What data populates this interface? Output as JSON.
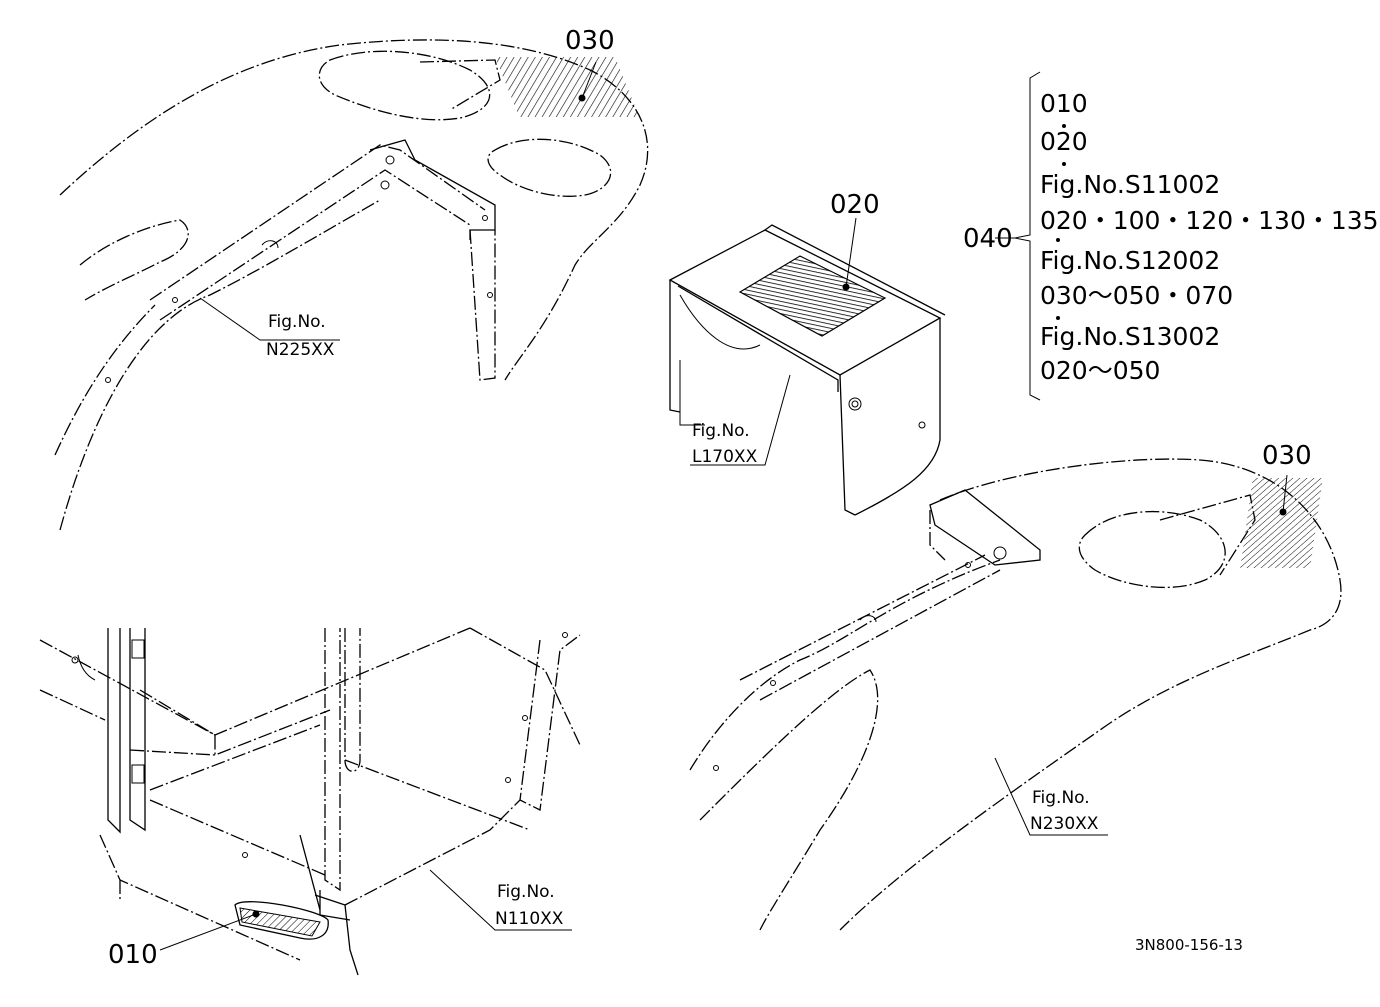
{
  "part_labels": {
    "label_030_top": "030",
    "label_020": "020",
    "label_030_right": "030",
    "label_010": "010"
  },
  "figure_refs": {
    "n225": {
      "line1": "Fig.No.",
      "line2": "N225XX"
    },
    "l170": {
      "line1": "Fig.No.",
      "line2": "L170XX"
    },
    "n230": {
      "line1": "Fig.No.",
      "line2": "N230XX"
    },
    "n110": {
      "line1": "Fig.No.",
      "line2": "N110XX"
    }
  },
  "legend": {
    "key": "040",
    "lines": [
      "010",
      "020",
      "Fig.No.S11002",
      "020・100・120・130・135",
      "Fig.No.S12002",
      "030～050・070",
      "Fig.No.S13002",
      " 020～050"
    ]
  },
  "drawing_code": "3N800-156-13"
}
